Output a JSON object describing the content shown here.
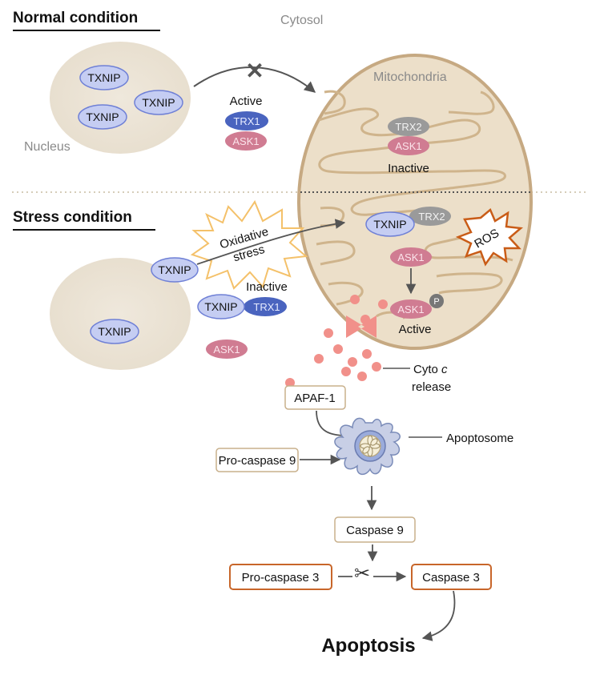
{
  "sections": {
    "normal_title": "Normal condition",
    "stress_title": "Stress condition"
  },
  "compartments": {
    "cytosol": "Cytosol",
    "mitochondria": "Mitochondria",
    "nucleus": "Nucleus"
  },
  "proteins": {
    "txnip": "TXNIP",
    "trx1": "TRX1",
    "trx2": "TRX2",
    "ask1": "ASK1",
    "phospho": "P"
  },
  "states": {
    "active": "Active",
    "inactive": "Inactive"
  },
  "labels": {
    "oxidative_stress_1": "Oxidative",
    "oxidative_stress_2": "stress",
    "ros": "ROS",
    "cyto_c_prefix": "Cyto ",
    "cyto_c_italic": "c",
    "release": "release",
    "apoptosome": "Apoptosome",
    "blocked_symbol": "✕",
    "scissors_symbol": "✂"
  },
  "boxes": {
    "apaf1": "APAF-1",
    "procaspase9": "Pro-caspase 9",
    "caspase9": "Caspase 9",
    "procaspase3": "Pro-caspase 3",
    "caspase3": "Caspase 3"
  },
  "outcome": "Apoptosis",
  "colors": {
    "txnip_fill": "#c5cdf2",
    "txnip_stroke": "#6f80d6",
    "trx1_fill": "#4a64bf",
    "trx2_fill": "#9a9a9a",
    "ask1_fill": "#d07c92",
    "nucleus_fill": "#efe8dc",
    "mito_fill": "#ecdfc9",
    "mito_stroke": "#c6a982",
    "ros_stroke": "#c95c17",
    "cyto_c": "#f1908a",
    "box_tan": "#c8b08c",
    "box_orange": "#c8662a",
    "arrow": "#555555"
  }
}
